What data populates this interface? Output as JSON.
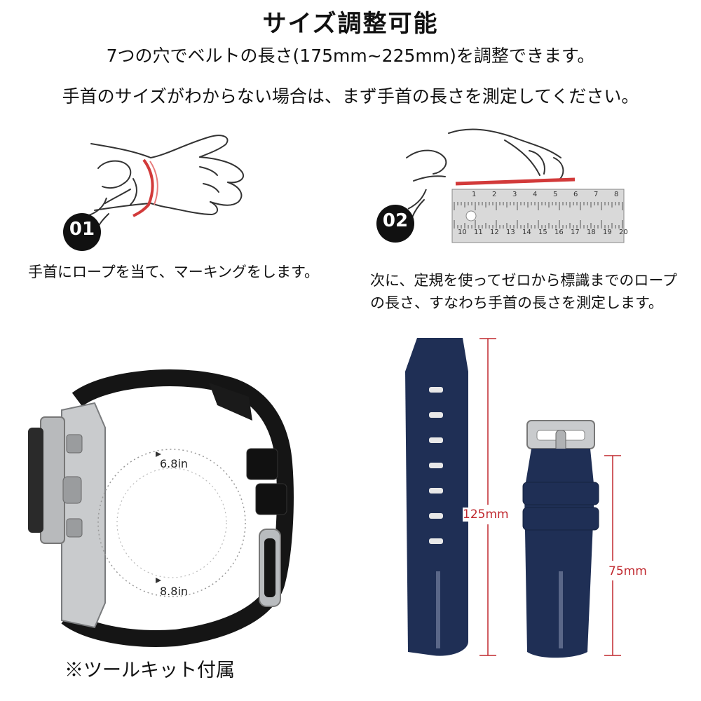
{
  "title": "サイズ調整可能",
  "subtitle": "7つの穴でベルトの長さ(175mm~225mm)を調整できます。",
  "instruction": "手首のサイズがわからない場合は、まず手首の長さを測定してください。",
  "steps": [
    {
      "badge": "01",
      "caption": "手首にロープを当て、マーキングをします。"
    },
    {
      "badge": "02",
      "caption": "次に、定規を使ってゼロから標識までのロープの長さ、すなわち手首の長さを測定します。"
    }
  ],
  "ruler": {
    "top_numbers": [
      "1",
      "2",
      "3",
      "4",
      "5",
      "6",
      "7",
      "8"
    ],
    "bottom_numbers": [
      "10",
      "11",
      "12",
      "13",
      "14",
      "15",
      "16",
      "17",
      "18",
      "19",
      "20"
    ]
  },
  "circumference_labels": {
    "inner": "6.8in",
    "outer": "8.8in"
  },
  "strap_dimensions": {
    "long": "125mm",
    "short": "75mm"
  },
  "footnote": "※ツールキット付属",
  "colors": {
    "strap": "#1f2f55",
    "measure_line": "#c0282e",
    "rope": "#d23a3a",
    "steel": "#c9cbcd",
    "rubber": "#151515"
  }
}
